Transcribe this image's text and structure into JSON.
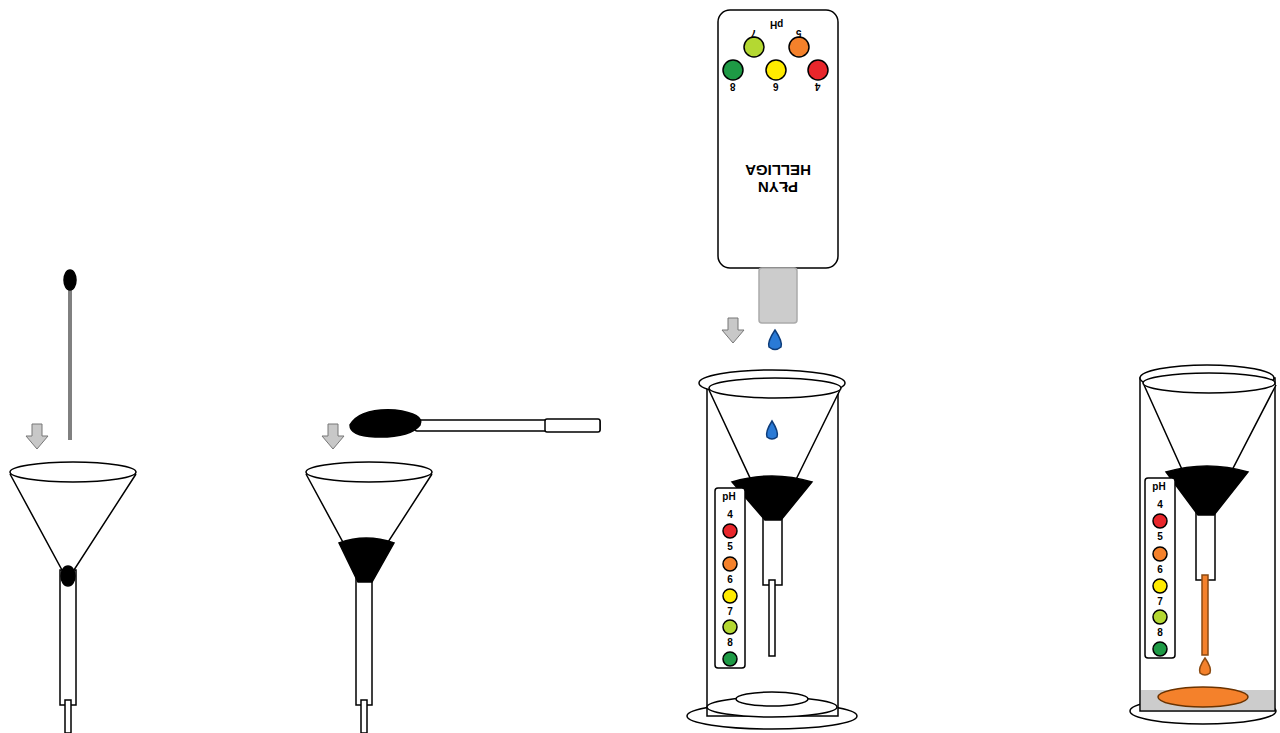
{
  "diagram": {
    "labels": [
      "PŁYN HELLIGA",
      "pH",
      "4",
      "5",
      "6",
      "7",
      "8",
      "pH",
      "4",
      "5",
      "6",
      "7",
      "8",
      "pH",
      "4",
      "5",
      "6",
      "7",
      "8"
    ]
  }
}
